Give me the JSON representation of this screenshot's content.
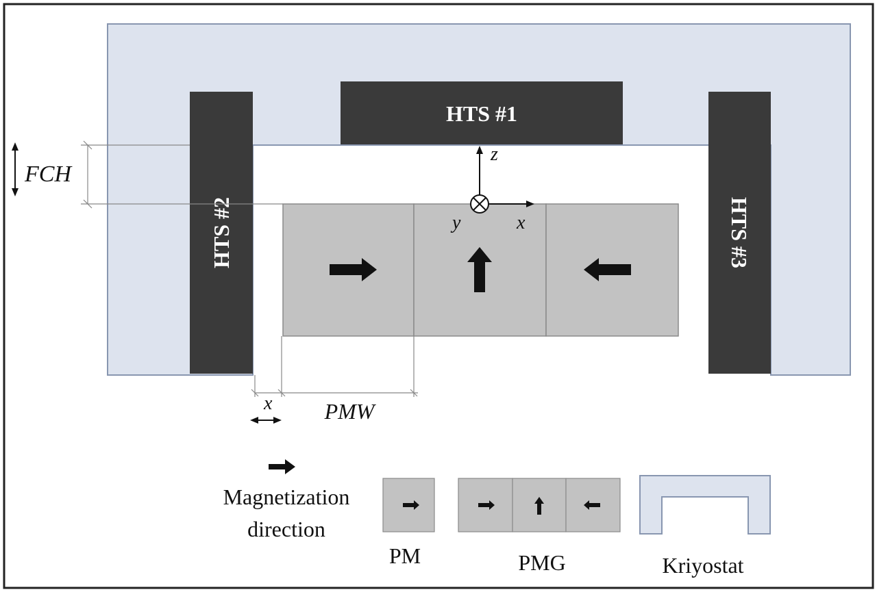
{
  "labels": {
    "hts1": "HTS #1",
    "hts2": "HTS #2",
    "hts3": "HTS #3",
    "axis_z": "z",
    "axis_y": "y",
    "axis_x": "x",
    "dim_fch": "FCH",
    "dim_gap": "x",
    "dim_pmw": "PMW"
  },
  "legend": {
    "magnetization_line1": "Magnetization",
    "magnetization_line2": "direction",
    "pm": "PM",
    "pmg": "PMG",
    "cryostat": "Kriyostat"
  },
  "colors": {
    "cryostat_fill": "#dde3ee",
    "cryostat_stroke": "#8896b0",
    "hts_fill": "#3a3a3a",
    "magnet_fill": "#c2c2c2",
    "magnet_stroke": "#8a8a8a",
    "arrow": "#111111",
    "frame": "#222222"
  },
  "magnetization": {
    "left_block": "right-arrow",
    "center_block": "up-arrow",
    "right_block": "left-arrow"
  }
}
